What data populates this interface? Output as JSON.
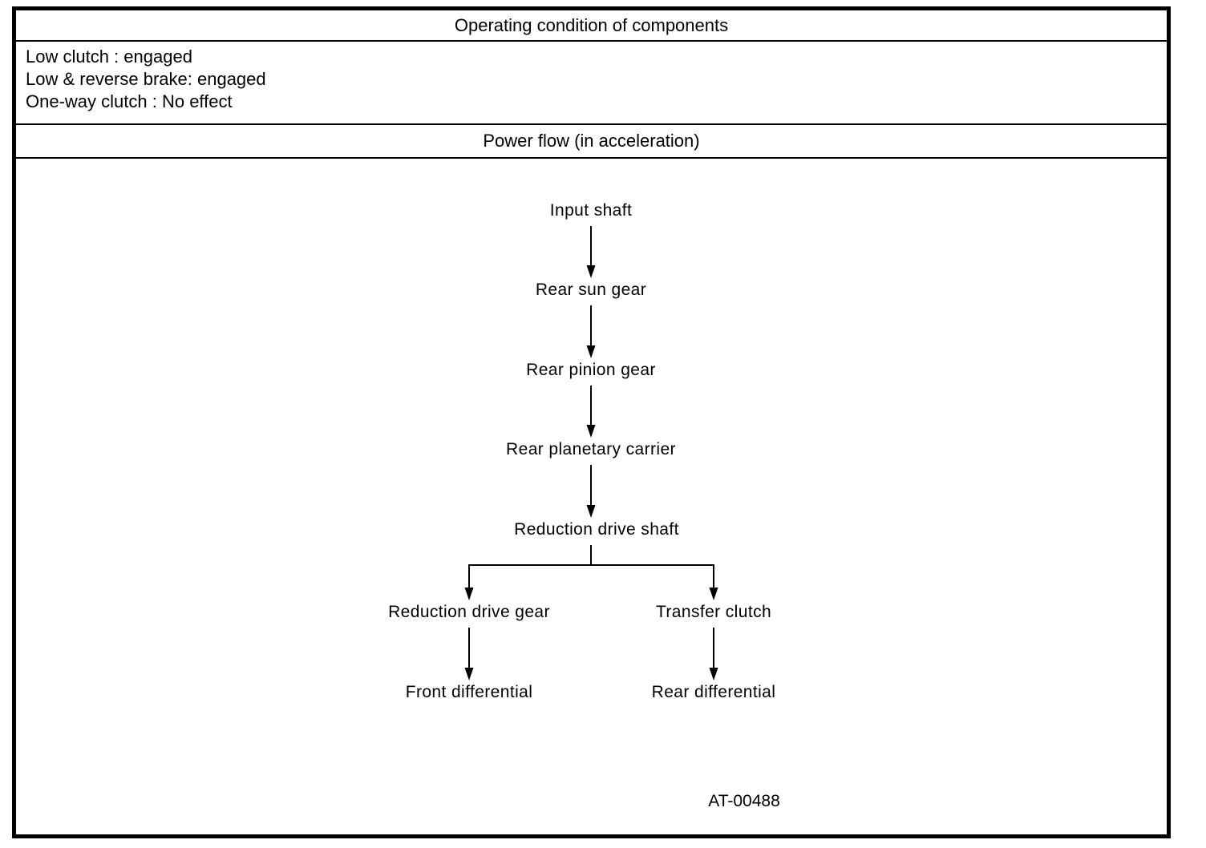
{
  "document": {
    "section1_header": "Operating condition of components",
    "conditions": [
      "Low clutch : engaged",
      "Low & reverse brake: engaged",
      "One-way clutch : No effect"
    ],
    "section2_header": "Power flow (in acceleration)"
  },
  "flowchart": {
    "chain": [
      "Input shaft",
      "Rear sun gear",
      "Rear pinion gear",
      "Rear planetary carrier",
      "Reduction drive shaft"
    ],
    "left_branch": [
      "Reduction drive gear",
      "Front differential"
    ],
    "right_branch": [
      "Transfer clutch",
      "Rear differential"
    ],
    "figure_code": "AT-00488"
  },
  "colors": {
    "ink": "#000000",
    "background": "#ffffff"
  }
}
